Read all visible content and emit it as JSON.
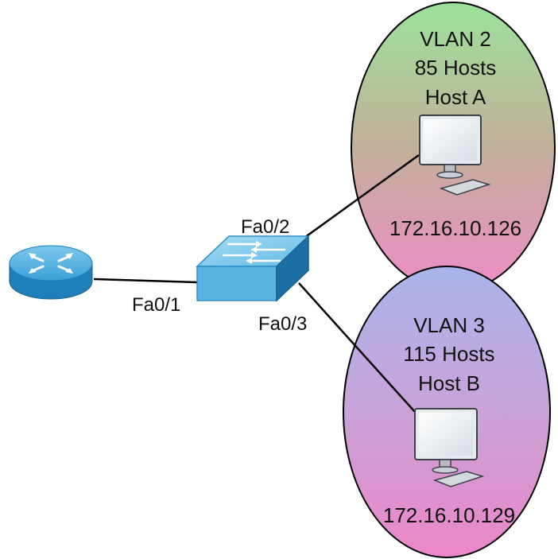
{
  "ports": {
    "router_link": "Fa0/1",
    "vlan2_link": "Fa0/2",
    "vlan3_link": "Fa0/3"
  },
  "vlan2": {
    "name": "VLAN 2",
    "hosts": "85 Hosts",
    "host": "Host A",
    "ip": "172.16.10.126",
    "color_top": "#9be29b",
    "color_bottom": "#ee8cc6"
  },
  "vlan3": {
    "name": "VLAN 3",
    "hosts": "115 Hosts",
    "host": "Host B",
    "ip": "172.16.10.129",
    "color_top": "#a9b5ec",
    "color_bottom": "#ec86c8"
  },
  "devices": {
    "router_color": "#3aa0d6",
    "switch_color": "#5bb8e6"
  }
}
